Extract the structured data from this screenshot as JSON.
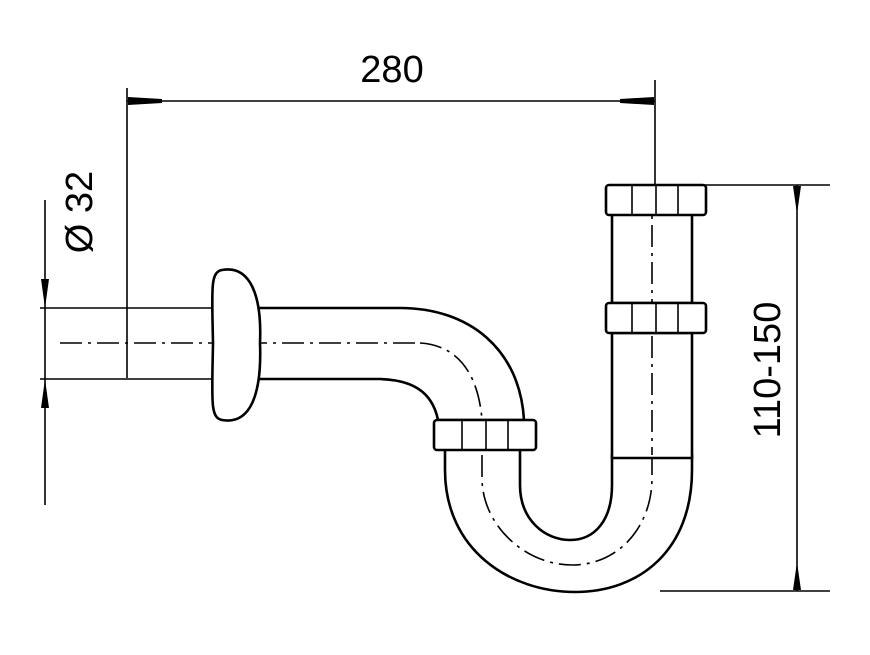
{
  "dimensions": {
    "width_label": "280",
    "diameter_label": "Ø 32",
    "height_label": "110-150"
  },
  "colors": {
    "line": "#000000",
    "background": "#ffffff"
  }
}
